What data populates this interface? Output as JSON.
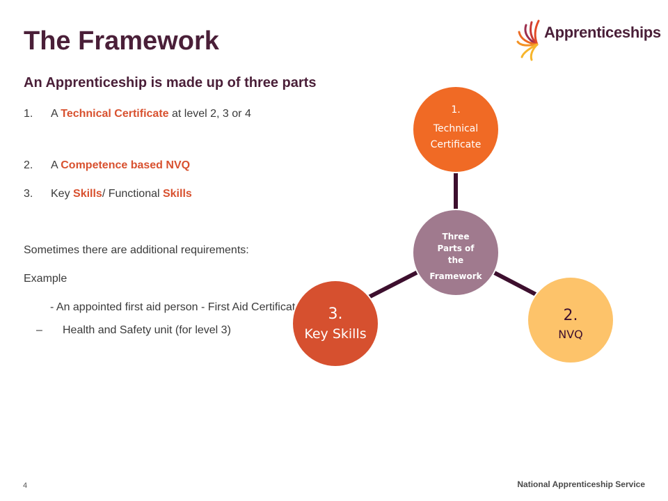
{
  "slide": {
    "title": "The Framework",
    "logo_text": "Apprenticeships",
    "subtitle": "An Apprenticeship is made up of three parts",
    "list": [
      {
        "num": "1.",
        "pre": "A ",
        "hl": "Technical Certificate",
        "post": " at level 2, 3 or 4"
      },
      {
        "num": "2.",
        "pre": "A ",
        "hl": "Competence based NVQ"
      },
      {
        "num": "3.",
        "pre": "Key ",
        "hl1": "Skills",
        "mid": "/ Functional ",
        "hl2": "Skills"
      }
    ],
    "additional": "Sometimes there are additional requirements:",
    "example_label": "Example",
    "example_line": "- An appointed first aid person - First Aid Certificate",
    "dash_item": {
      "dash": "–",
      "text": "Health and Safety unit (for level 3)"
    },
    "page_number": "4",
    "footer": "National Apprenticeship Service"
  },
  "diagram": {
    "center": {
      "line1": "Three",
      "line2": "Parts of",
      "line3": "the",
      "line4": "Framework"
    },
    "top": {
      "line1": "1.",
      "line2": "Technical",
      "line3": "Certificate"
    },
    "right": {
      "line1": "2.",
      "line2": "NVQ"
    },
    "left": {
      "line1": "3.",
      "line2": "Key Skills"
    }
  },
  "colors": {
    "title": "#4a1f38",
    "highlight": "#d8512f",
    "connector": "#3d0f2e",
    "center_circle": "#a07a8e",
    "top_circle": "#f06a25",
    "right_circle": "#fdc36a",
    "left_circle": "#d6502f",
    "logo_rays": [
      "#f7b52b",
      "#f39224",
      "#ec6a22",
      "#e24b27",
      "#c93a35",
      "#9c2f4e"
    ]
  },
  "icons": {
    "logo": "apprenticeships-sunburst-logo"
  }
}
